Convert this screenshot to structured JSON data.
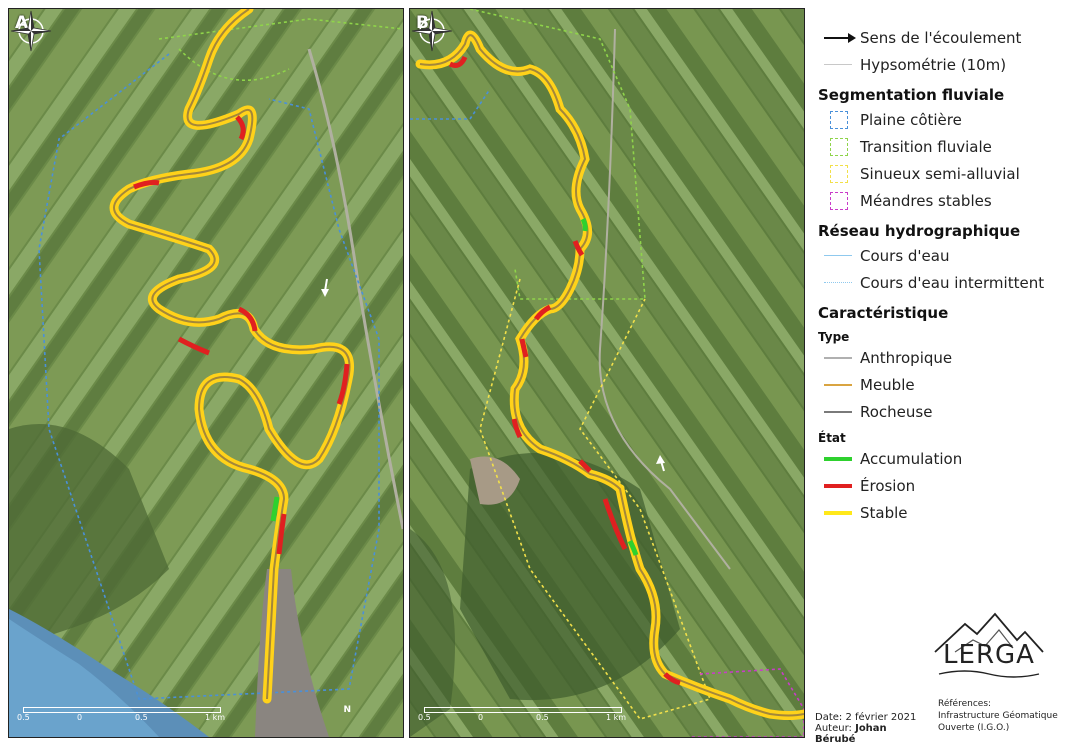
{
  "panels": {
    "a_label": "A",
    "b_label": "B",
    "north_label": "N",
    "scale_ticks": [
      "0.5",
      "0",
      "0.5",
      "1 km"
    ]
  },
  "legend": {
    "flow_direction": "Sens de l'écoulement",
    "hypsometry": "Hypsométrie (10m)",
    "segmentation_title": "Segmentation fluviale",
    "segments": [
      {
        "label": "Plaine côtière",
        "color": "#4a90d9"
      },
      {
        "label": "Transition fluviale",
        "color": "#8fd44a"
      },
      {
        "label": "Sinueux semi-alluvial",
        "color": "#f2e04a"
      },
      {
        "label": "Méandres stables",
        "color": "#c93cc9"
      }
    ],
    "hydro_title": "Réseau hydrographique",
    "hydro": [
      {
        "label": "Cours d'eau",
        "color": "#8fc9ee",
        "style": "solid"
      },
      {
        "label": "Cours d'eau intermittent",
        "color": "#8fc9ee",
        "style": "dotted"
      }
    ],
    "char_title": "Caractéristique",
    "type_title": "Type",
    "types": [
      {
        "label": "Anthropique",
        "color": "#b0b0b0"
      },
      {
        "label": "Meuble",
        "color": "#d9a441"
      },
      {
        "label": "Rocheuse",
        "color": "#7a7a7a"
      }
    ],
    "state_title": "État",
    "states": [
      {
        "label": "Accumulation",
        "color": "#2ed12e"
      },
      {
        "label": "Érosion",
        "color": "#e02020"
      },
      {
        "label": "Stable",
        "color": "#ffe81a"
      }
    ]
  },
  "credits": {
    "date_label": "Date:",
    "date_value": "2 février 2021",
    "author_label": "Auteur:",
    "author_value": "Johan Bérubé",
    "references_title": "Références:",
    "references_line1": "Infrastructure Géomatique",
    "references_line2": "Ouverte (I.G.O.)"
  },
  "logo": {
    "text": "LERGA"
  },
  "colors": {
    "river_stable": "#ffd21a",
    "river_erosion": "#e02020",
    "river_accumulation": "#2ed12e"
  }
}
